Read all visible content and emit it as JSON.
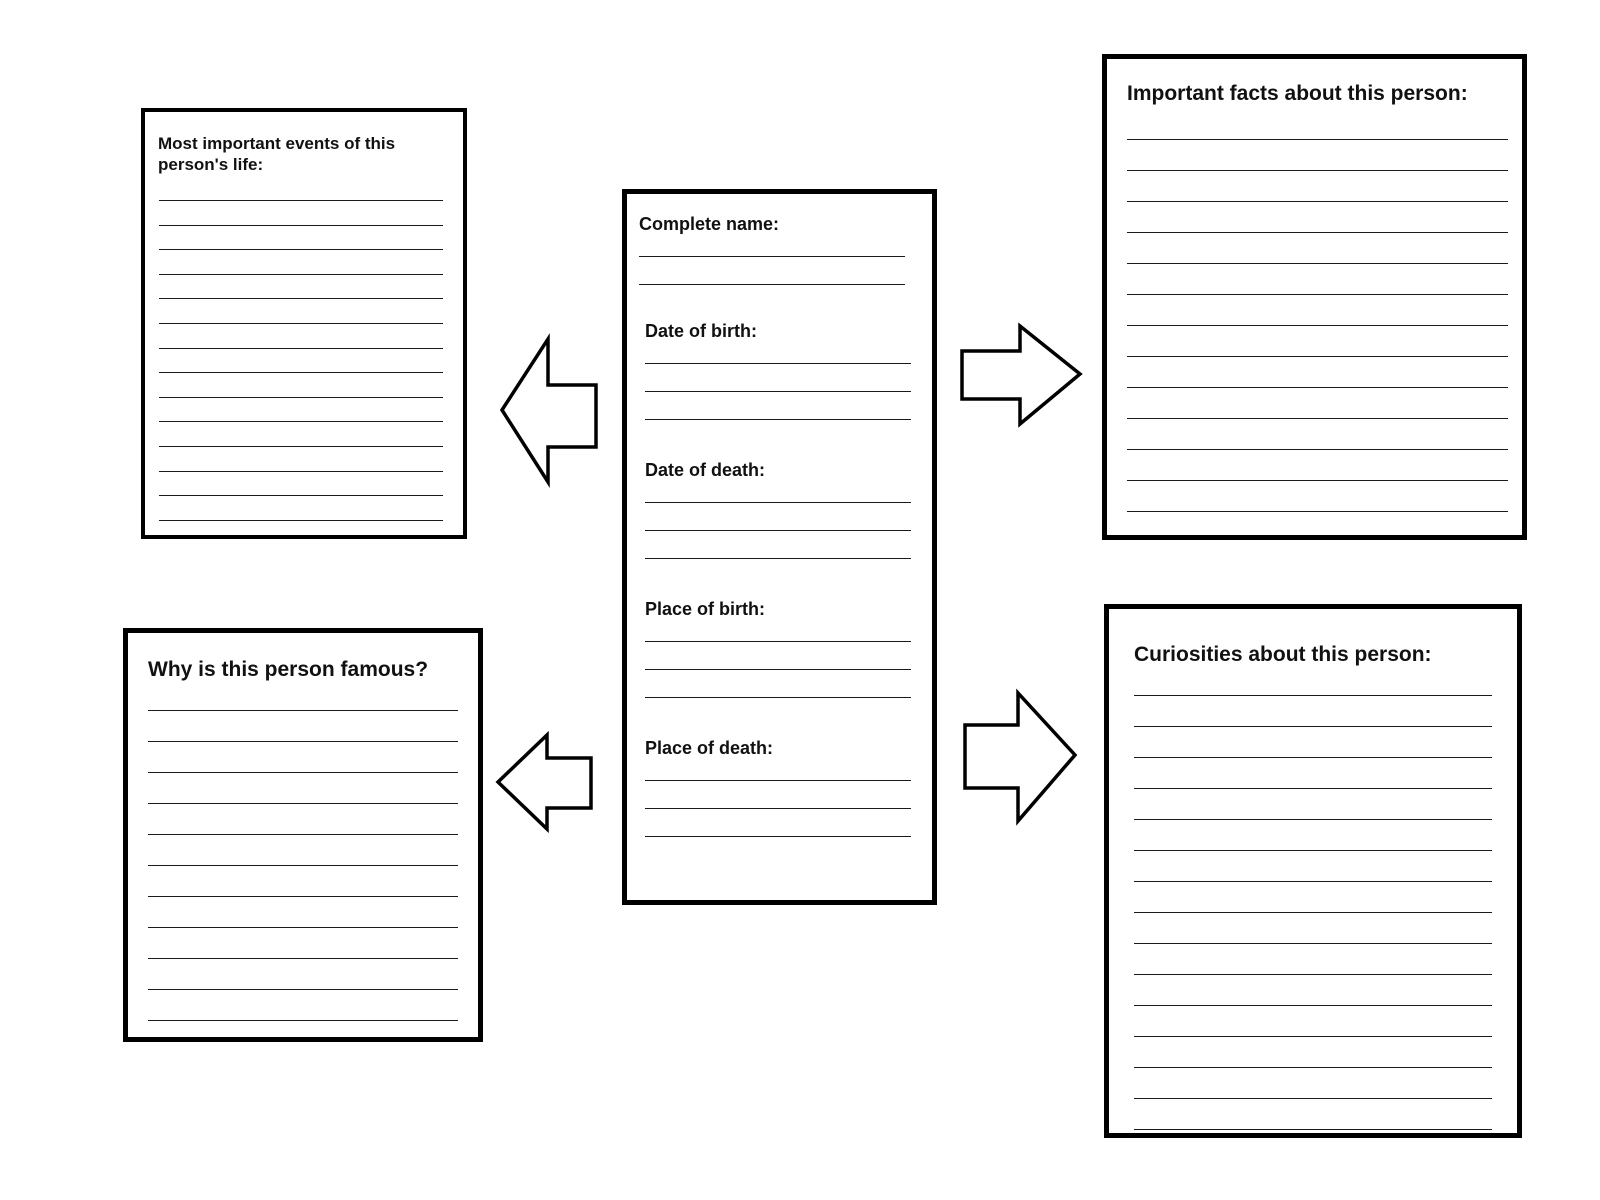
{
  "events_box": {
    "title": "Most important events of this person's life:",
    "line_count": 14
  },
  "facts_box": {
    "title": "Important facts about this person:",
    "line_count": 13
  },
  "famous_box": {
    "title": "Why is this person famous?",
    "line_count": 11
  },
  "curiosities_box": {
    "title": "Curiosities about this person:",
    "line_count": 15
  },
  "center_box": {
    "sections": [
      {
        "label": "Complete name:",
        "line_count": 2
      },
      {
        "label": "Date of birth:",
        "line_count": 3
      },
      {
        "label": "Date of death:",
        "line_count": 3
      },
      {
        "label": "Place of birth:",
        "line_count": 3
      },
      {
        "label": "Place of death:",
        "line_count": 3
      }
    ]
  },
  "arrows": [
    {
      "name": "arrow-left-top-icon",
      "direction": "left"
    },
    {
      "name": "arrow-left-bottom-icon",
      "direction": "left"
    },
    {
      "name": "arrow-right-top-icon",
      "direction": "right"
    },
    {
      "name": "arrow-right-bottom-icon",
      "direction": "right"
    }
  ]
}
